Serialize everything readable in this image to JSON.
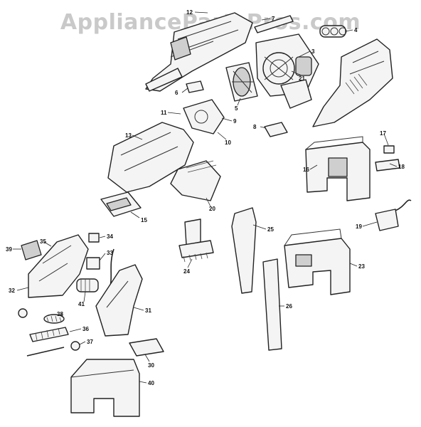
{
  "watermark": "AppliancePartsPros.com",
  "labels": [
    "12",
    "7",
    "4",
    "3",
    "21",
    "6",
    "5",
    "11",
    "9",
    "10",
    "8",
    "13",
    "17",
    "16",
    "18",
    "20",
    "15",
    "19",
    "25",
    "34",
    "35",
    "39",
    "33",
    "23",
    "24",
    "32",
    "41",
    "31",
    "38",
    "26",
    "36",
    "37",
    "30",
    "40"
  ]
}
